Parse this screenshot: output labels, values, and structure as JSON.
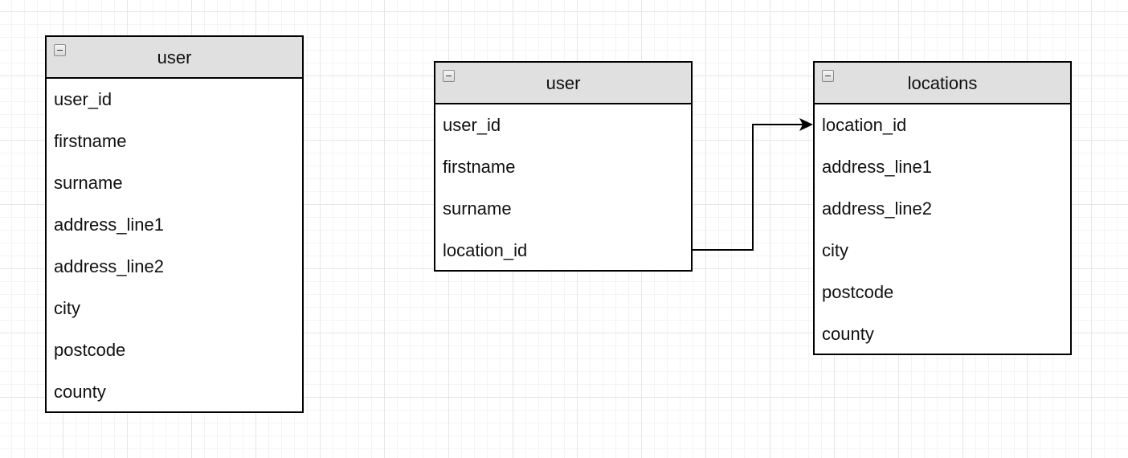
{
  "diagram": {
    "entities": [
      {
        "id": "user-left",
        "title": "user",
        "fields": [
          "user_id",
          "firstname",
          "surname",
          "address_line1",
          "address_line2",
          "city",
          "postcode",
          "county"
        ]
      },
      {
        "id": "user-mid",
        "title": "user",
        "fields": [
          "user_id",
          "firstname",
          "surname",
          "location_id"
        ]
      },
      {
        "id": "locations",
        "title": "locations",
        "fields": [
          "location_id",
          "address_line1",
          "address_line2",
          "city",
          "postcode",
          "county"
        ]
      }
    ],
    "relations": [
      {
        "from": "user.location_id",
        "to": "locations.location_id",
        "arrow": "filled"
      }
    ]
  },
  "icons": {
    "collapse": "collapse-minus-icon",
    "arrowhead": "arrowhead-icon"
  }
}
